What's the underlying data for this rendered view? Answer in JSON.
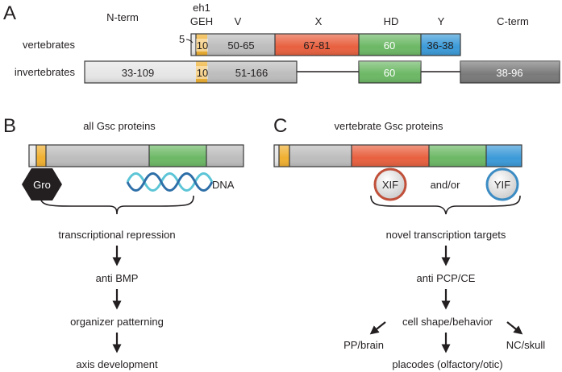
{
  "colors": {
    "nterm_light": "#e6e6e6",
    "eh1_orange": "#f0b030",
    "v_gray": "#bdbdbd",
    "x_red": "#e8603f",
    "hd_green": "#6cb865",
    "y_blue": "#3b9ad8",
    "cterm_dark": "#7a7a7a",
    "gro_black": "#231f20",
    "dna_dark": "#2e6fa8",
    "dna_light": "#5cc5d6",
    "xif_ring": "#c0503a",
    "yif_ring": "#3c8cc4"
  },
  "panel_a": {
    "letter": "A",
    "headers": {
      "nterm": "N-term",
      "eh1": "eh1",
      "geh": "GEH",
      "v": "V",
      "x": "X",
      "hd": "HD",
      "y": "Y",
      "cterm": "C-term"
    },
    "rows": [
      {
        "label": "vertebrates",
        "nterm_length": "5",
        "eh1_length": "10",
        "v_length": "50-65",
        "x_length": "67-81",
        "hd_length": "60",
        "y_length": "36-38"
      },
      {
        "label": "invertebrates",
        "nterm_length": "33-109",
        "eh1_length": "10",
        "v_length": "51-166",
        "hd_length": "60",
        "cterm_length": "38-96"
      }
    ]
  },
  "panel_b": {
    "letter": "B",
    "title": "all Gsc proteins",
    "gro_label": "Gro",
    "dna_label": "DNA",
    "flow": [
      "transcriptional repression",
      "anti BMP",
      "organizer patterning",
      "axis development"
    ]
  },
  "panel_c": {
    "letter": "C",
    "title": "vertebrate Gsc proteins",
    "xif_label": "XIF",
    "and_or": "and/or",
    "yif_label": "YIF",
    "flow": [
      "novel transcription targets",
      "anti PCP/CE",
      "cell shape/behavior"
    ],
    "branches": {
      "left": "PP/brain",
      "center": "placodes (olfactory/otic)",
      "right": "NC/skull"
    }
  }
}
